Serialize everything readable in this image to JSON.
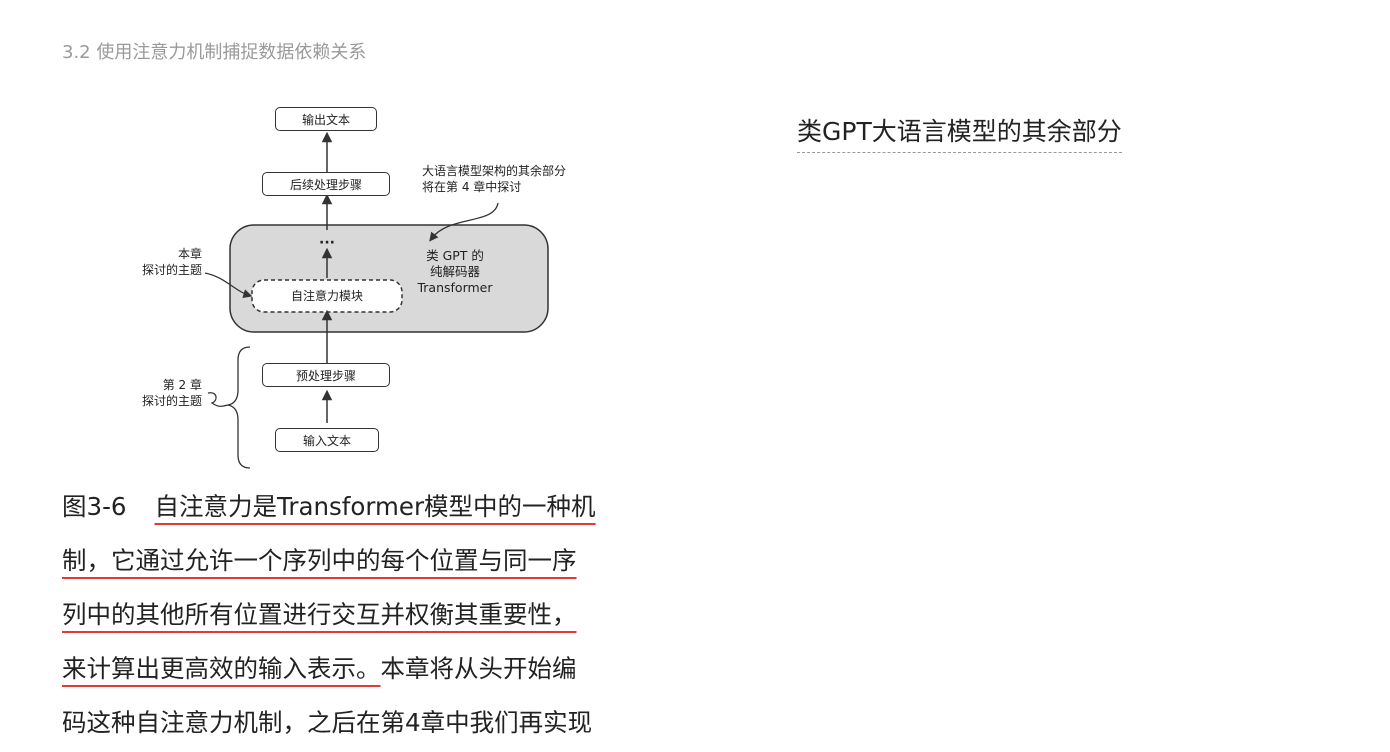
{
  "section_header": "3.2 使用注意力机制捕捉数据依赖关系",
  "figure": {
    "output_text": "输出文本",
    "postprocess": "后续处理步骤",
    "ellipsis": "···",
    "self_attention": "自注意力模块",
    "preprocess": "预处理步骤",
    "input_text": "输入文本",
    "label_this_chapter_line1": "本章",
    "label_this_chapter_line2": "探讨的主题",
    "label_ch2_line1": "第 2 章",
    "label_ch2_line2": "探讨的主题",
    "anno_line1": "大语言模型架构的其余部分",
    "anno_line2": "将在第 4 章中探讨",
    "decoder_line1": "类 GPT 的",
    "decoder_line2": "纯解码器",
    "decoder_line3": "Transformer"
  },
  "caption": {
    "fig_no": "图3-6",
    "line1": "自注意力是Transformer模型中的一种机",
    "line2": "制，它通过允许一个序列中的每个位置与同一序",
    "line3": "列中的其他所有位置进行交互并权衡其重要性，",
    "line4a": "来计算出更高效的输入表示。",
    "line4b": "本章将从头开始编",
    "line5": "码这种自注意力机制，之后在第4章中我们再实现"
  },
  "side_note": "类GPT大语言模型的其余部分"
}
